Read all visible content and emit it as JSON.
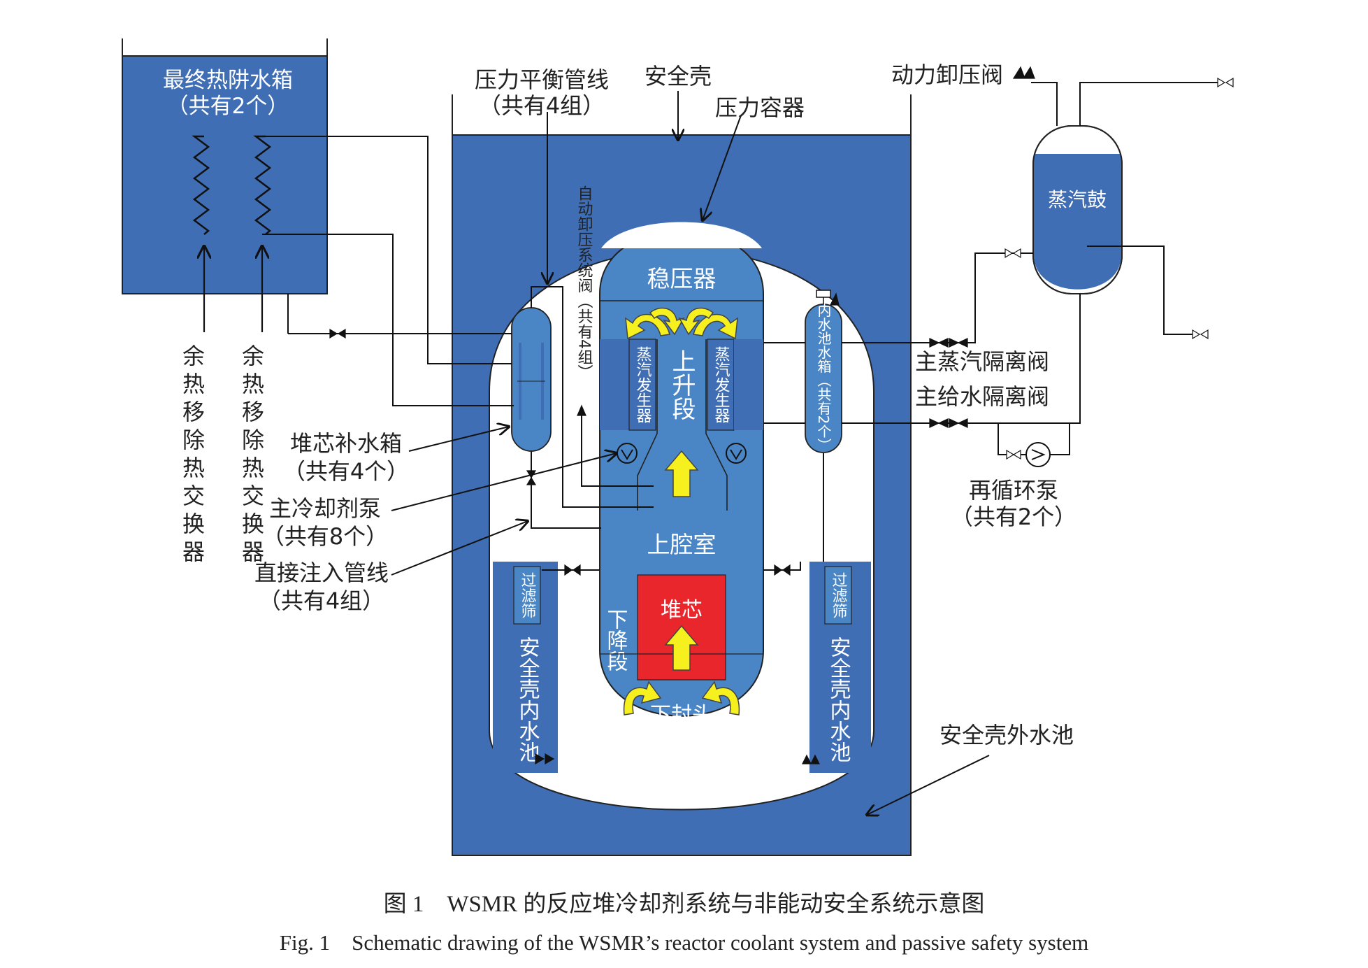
{
  "diagram": {
    "labels": {
      "ultimate_heat_sink": "最终热阱水箱",
      "ultimate_heat_sink_count": "（共有2个）",
      "pressure_balance_line": "压力平衡管线",
      "pressure_balance_line_count": "（共有4组）",
      "containment": "安全壳",
      "pressure_vessel": "压力容器",
      "adv_valve": "自动卸压系统阀（共有4组）",
      "power_relief_valve": "动力卸压阀",
      "steam_drum": "蒸汽鼓",
      "pressurizer": "稳压器",
      "sg_left": "蒸汽发生器",
      "sg_right": "蒸汽发生器",
      "riser": "上升段",
      "inner_tank": "内水池水箱（共有2个）",
      "msiv": "主蒸汽隔离阀",
      "mfiv": "主给水隔离阀",
      "recirc_pump": "再循环泵",
      "recirc_pump_count": "（共有2个）",
      "rhr_hx_1": "余热移除热交换器",
      "rhr_hx_2": "余热移除热交换器",
      "cmt": "堆芯补水箱",
      "cmt_count": "（共有4个）",
      "rcp": "主冷却剂泵",
      "rcp_count": "（共有8个）",
      "dvi": "直接注入管线",
      "dvi_count": "（共有4组）",
      "upper_plenum": "上腔室",
      "downcomer": "下降段",
      "core": "堆芯",
      "lower_head": "下封头",
      "filter_left": "过滤筛",
      "filter_right": "过滤筛",
      "inner_pool_left": "安全壳内水池",
      "inner_pool_right": "安全壳内水池",
      "outer_pool": "安全壳外水池"
    },
    "colors": {
      "pool_blue": "#3F6EB5",
      "vessel_blue": "#4A86C5",
      "core_red": "#E8262B",
      "arrow_yellow": "#F5F01E"
    }
  },
  "caption": {
    "cn": "图 1　WSMR 的反应堆冷却剂系统与非能动安全系统示意图",
    "en": "Fig. 1　Schematic drawing of the WSMR’s reactor coolant system and passive safety system"
  }
}
